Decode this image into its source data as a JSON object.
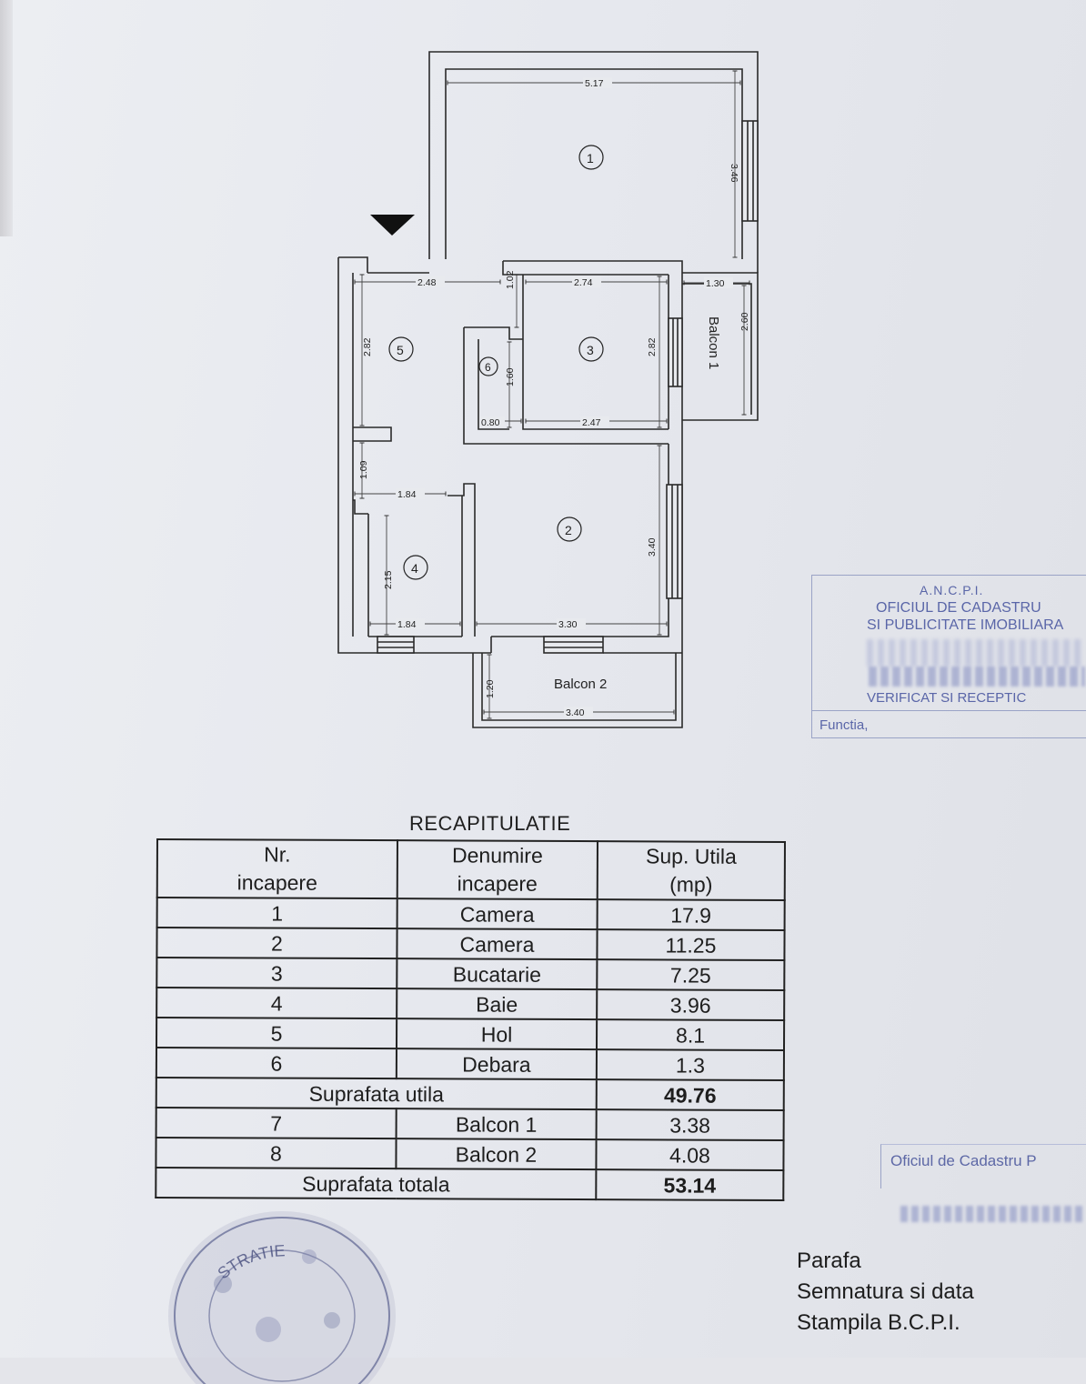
{
  "plan": {
    "rooms": [
      {
        "num": "1"
      },
      {
        "num": "2"
      },
      {
        "num": "3"
      },
      {
        "num": "4"
      },
      {
        "num": "5"
      },
      {
        "num": "6"
      }
    ],
    "balcony_labels": [
      "Balcon 1",
      "Balcon 2"
    ],
    "dimensions": {
      "room1_width": "5.17",
      "room1_height": "3.46",
      "hall_top": "2.48",
      "kitchen_top": "2.74",
      "kitchen_gap": "1.02",
      "balcony1_width": "1.30",
      "balcony1_height": "2.60",
      "hall_height": "2.82",
      "kitchen_height": "2.82",
      "storage_height": "1.60",
      "storage_width": "0.80",
      "kitchen_bottom": "2.47",
      "corridor": "1.09",
      "bath_top": "1.84",
      "bath_height": "2.15",
      "bath_bottom": "1.84",
      "room2_height": "3.40",
      "room2_bottom": "3.30",
      "balcony2_depth": "1.20",
      "balcony2_width": "3.40"
    }
  },
  "recap": {
    "title": "RECAPITULATIE",
    "headers": [
      "Nr.\nincapere",
      "Denumire\nincapere",
      "Sup. Utila\n(mp)"
    ],
    "rows": [
      [
        "1",
        "Camera",
        "17.9"
      ],
      [
        "2",
        "Camera",
        "11.25"
      ],
      [
        "3",
        "Bucatarie",
        "7.25"
      ],
      [
        "4",
        "Baie",
        "3.96"
      ],
      [
        "5",
        "Hol",
        "8.1"
      ],
      [
        "6",
        "Debara",
        "1.3"
      ]
    ],
    "subtotal": {
      "label": "Suprafata utila",
      "value": "49.76"
    },
    "balcony_rows": [
      [
        "7",
        "Balcon 1",
        "3.38"
      ],
      [
        "8",
        "Balcon 2",
        "4.08"
      ]
    ],
    "total": {
      "label": "Suprafata totala",
      "value": "53.14"
    }
  },
  "stamp": {
    "org_short": "A.N.C.P.I.",
    "org_line1": "OFICIUL DE CADASTRU",
    "org_line2": "SI PUBLICITATE IMOBILIARA",
    "verified": "VERIFICAT SI RECEPTIC",
    "function_label": "Functia,"
  },
  "stamp2": {
    "text": "Oficiul de Cadastru P"
  },
  "signature_block": {
    "line1": "Parafa",
    "line2": "Semnatura si data",
    "line3": "Stampila B.C.P.I."
  },
  "seal_text": "STRATIE"
}
